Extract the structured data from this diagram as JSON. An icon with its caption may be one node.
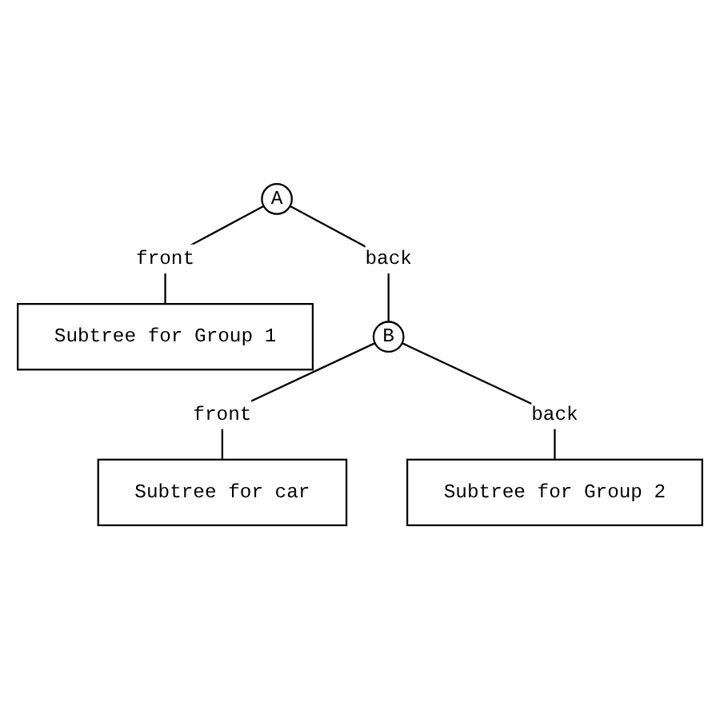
{
  "diagram": {
    "nodes": [
      {
        "text": [
          "A"
        ]
      },
      {
        "text": [
          "Subtree for Group 1"
        ]
      },
      {
        "text": [
          "B"
        ]
      },
      {
        "text": [
          "Subtree for car"
        ]
      },
      {
        "text": [
          "Subtree for Group 2"
        ]
      }
    ],
    "edges": [
      {
        "from": 0,
        "to": 1,
        "arrow": "none",
        "label": "front"
      },
      {
        "from": 0,
        "to": 2,
        "arrow": "none",
        "label": "back"
      },
      {
        "from": 2,
        "to": 3,
        "arrow": "none",
        "label": "front"
      },
      {
        "from": 2,
        "to": 4,
        "arrow": "none",
        "label": "back"
      }
    ]
  }
}
